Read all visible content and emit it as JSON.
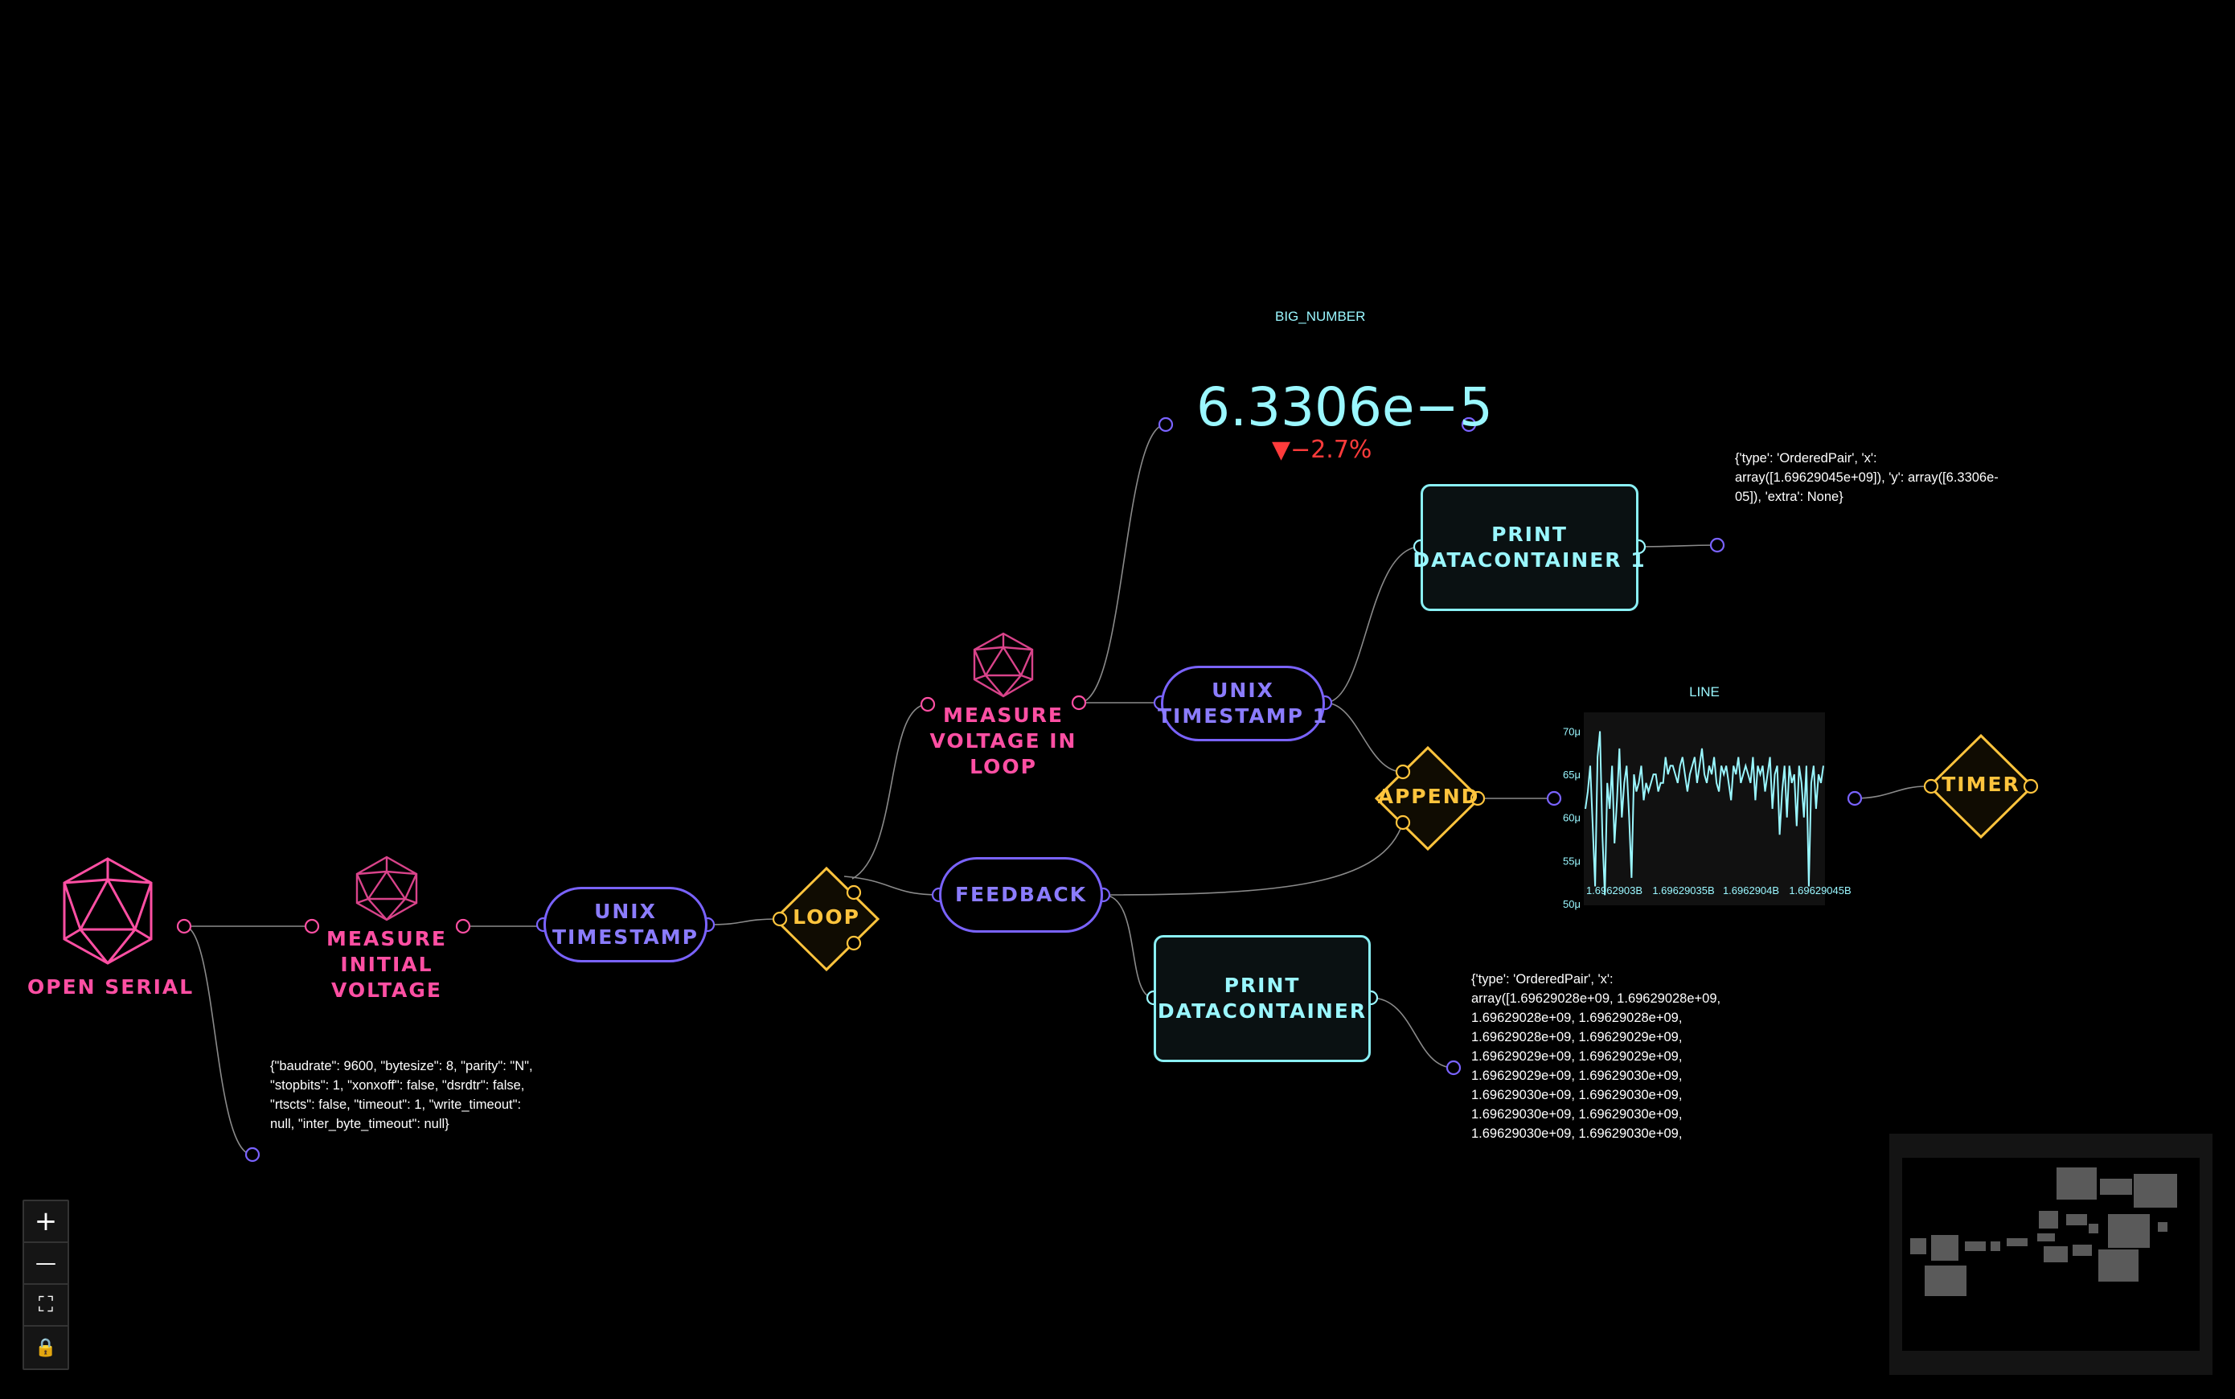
{
  "nodes": {
    "open_serial": {
      "label": "OPEN SERIAL"
    },
    "measure_initial_voltage": {
      "label": "MEASURE\nINITIAL\nVOLTAGE"
    },
    "unix_timestamp": {
      "label": "UNIX\nTIMESTAMP"
    },
    "loop": {
      "label": "LOOP"
    },
    "measure_voltage_in_loop": {
      "label": "MEASURE\nVOLTAGE IN\nLOOP"
    },
    "feedback": {
      "label": "FEEDBACK"
    },
    "unix_timestamp_1": {
      "label": "UNIX\nTIMESTAMP 1"
    },
    "print_datacontainer_1": {
      "label": "PRINT\nDATACONTAINER 1"
    },
    "print_datacontainer": {
      "label": "PRINT\nDATACONTAINER"
    },
    "append": {
      "label": "APPEND"
    },
    "timer": {
      "label": "TIMER"
    }
  },
  "big_number": {
    "caption": "BIG_NUMBER",
    "value": "6.3306e−5",
    "delta": "▼−2.7%"
  },
  "serial_config_text": "{\"baudrate\": 9600, \"bytesize\": 8, \"parity\": \"N\",\n\"stopbits\": 1, \"xonxoff\": false, \"dsrdtr\": false,\n\"rtscts\": false, \"timeout\": 1, \"write_timeout\":\nnull, \"inter_byte_timeout\": null}",
  "print1_output": "{'type': 'OrderedPair', 'x':\narray([1.69629045e+09]), 'y': array([6.3306e-\n05]), 'extra': None}",
  "print_output": "{'type': 'OrderedPair', 'x':\narray([1.69629028e+09, 1.69629028e+09,\n1.69629028e+09, 1.69629028e+09,\n1.69629028e+09, 1.69629029e+09,\n1.69629029e+09, 1.69629029e+09,\n1.69629029e+09, 1.69629030e+09,\n1.69629030e+09, 1.69629030e+09,\n1.69629030e+09, 1.69629030e+09,\n1.69629030e+09, 1.69629030e+09,",
  "controls": {
    "zoom_in": "+",
    "zoom_out": "—",
    "fit_view": "⛶",
    "lock": "🔒"
  },
  "colors": {
    "pink": "#ff4fa3",
    "violet": "#7a63ff",
    "yellow": "#ffc43d",
    "cyan": "#9af7ff",
    "edge": "#8a8a8a"
  },
  "chart_data": {
    "type": "line",
    "title": "LINE",
    "xlabel": "",
    "ylabel": "",
    "x_tick_labels": [
      "1.6962903B",
      "1.69629035B",
      "1.6962904B",
      "1.69629045B"
    ],
    "y_tick_labels": [
      "70μ",
      "65μ",
      "60μ",
      "55μ",
      "50μ"
    ],
    "xlim": [
      1696290280,
      1696290460
    ],
    "ylim": [
      50,
      72
    ],
    "grid": false,
    "series": [
      {
        "values": [
          61,
          63,
          66,
          59,
          52,
          67,
          70,
          58,
          51,
          64,
          61,
          66,
          57,
          62,
          68,
          60,
          64,
          66,
          60,
          53,
          65,
          63,
          64,
          66,
          62,
          64,
          63,
          64,
          65,
          65,
          63,
          64,
          64,
          67,
          65,
          66,
          66,
          65,
          64,
          66,
          67,
          65,
          63,
          65,
          66,
          67,
          64,
          66,
          68,
          65,
          64,
          66,
          65,
          67,
          64,
          63,
          66,
          65,
          66,
          64,
          62,
          66,
          65,
          67,
          64,
          65,
          66,
          65,
          64,
          67,
          62,
          66,
          65,
          66,
          63,
          65,
          67,
          61,
          65,
          66,
          58,
          63,
          66,
          60,
          66,
          64,
          65,
          59,
          66,
          64,
          60,
          66,
          52,
          64,
          66,
          61,
          65,
          64,
          66
        ]
      }
    ]
  }
}
